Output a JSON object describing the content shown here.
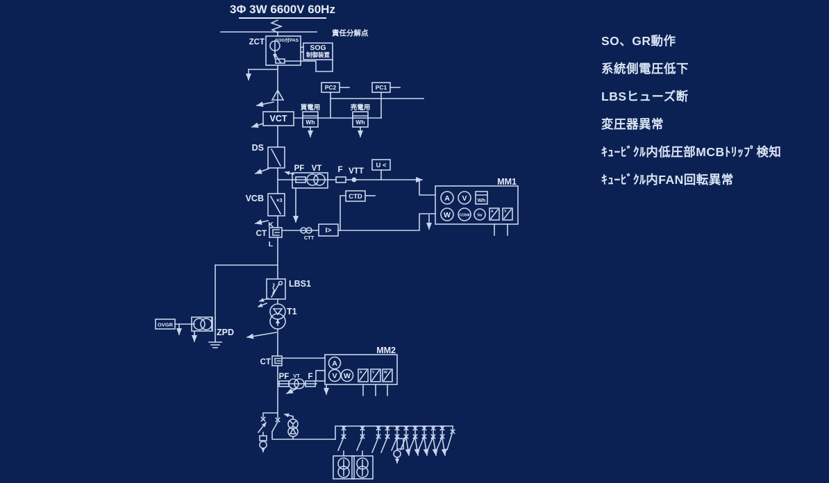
{
  "title": "3Φ 3W 6600V 60Hz",
  "alarms": [
    "SO、GR動作",
    "系統側電圧低下",
    "LBSヒューズ断",
    "変圧器異常",
    "ｷｭｰﾋﾞｸﾙ内低圧部MCBﾄﾘｯﾌﾟ検知",
    "ｷｭｰﾋﾞｸﾙ内FAN回転異常"
  ],
  "labels": {
    "demarcation": "責任分解点",
    "zct": "ZCT",
    "pas": "SOG付PAS",
    "sog1": "SOG",
    "sog2": "制御装置",
    "pc2": "PC2",
    "pc1": "PC1",
    "wh_buy": "買電用",
    "wh_sell": "売電用",
    "wh": "Wh",
    "vct": "VCT",
    "ds": "DS",
    "pf": "PF",
    "vt": "VT",
    "f": "F",
    "vtt": "VTT",
    "uv": "U <",
    "vcb": "VCB",
    "vcb_aux": "×3",
    "k": "K",
    "ct": "CT",
    "l": "L",
    "ctt": "CTT",
    "oc": "I>",
    "ctd": "CTD",
    "mm1": "MM1",
    "mm2": "MM2",
    "lbs1": "LBS1",
    "t1": "T1",
    "ovgr": "OVGR",
    "zpd": "ZPD",
    "ct2": "CT",
    "pf2": "PF",
    "vt2": "VT",
    "f2": "F"
  },
  "mm1": {
    "meters": [
      "A",
      "V",
      "Wh",
      "W",
      "COSΦ",
      "Var"
    ],
    "selectors": [
      "A",
      "V"
    ]
  },
  "mm2": {
    "meters": [
      "A",
      "V",
      "W"
    ],
    "selectors": [
      "A",
      "V",
      "W"
    ]
  },
  "colors": {
    "background": "#0b2153",
    "line": "#c9d7ee",
    "text": "#e6edf8",
    "alarm_text": "#dae4f3"
  }
}
